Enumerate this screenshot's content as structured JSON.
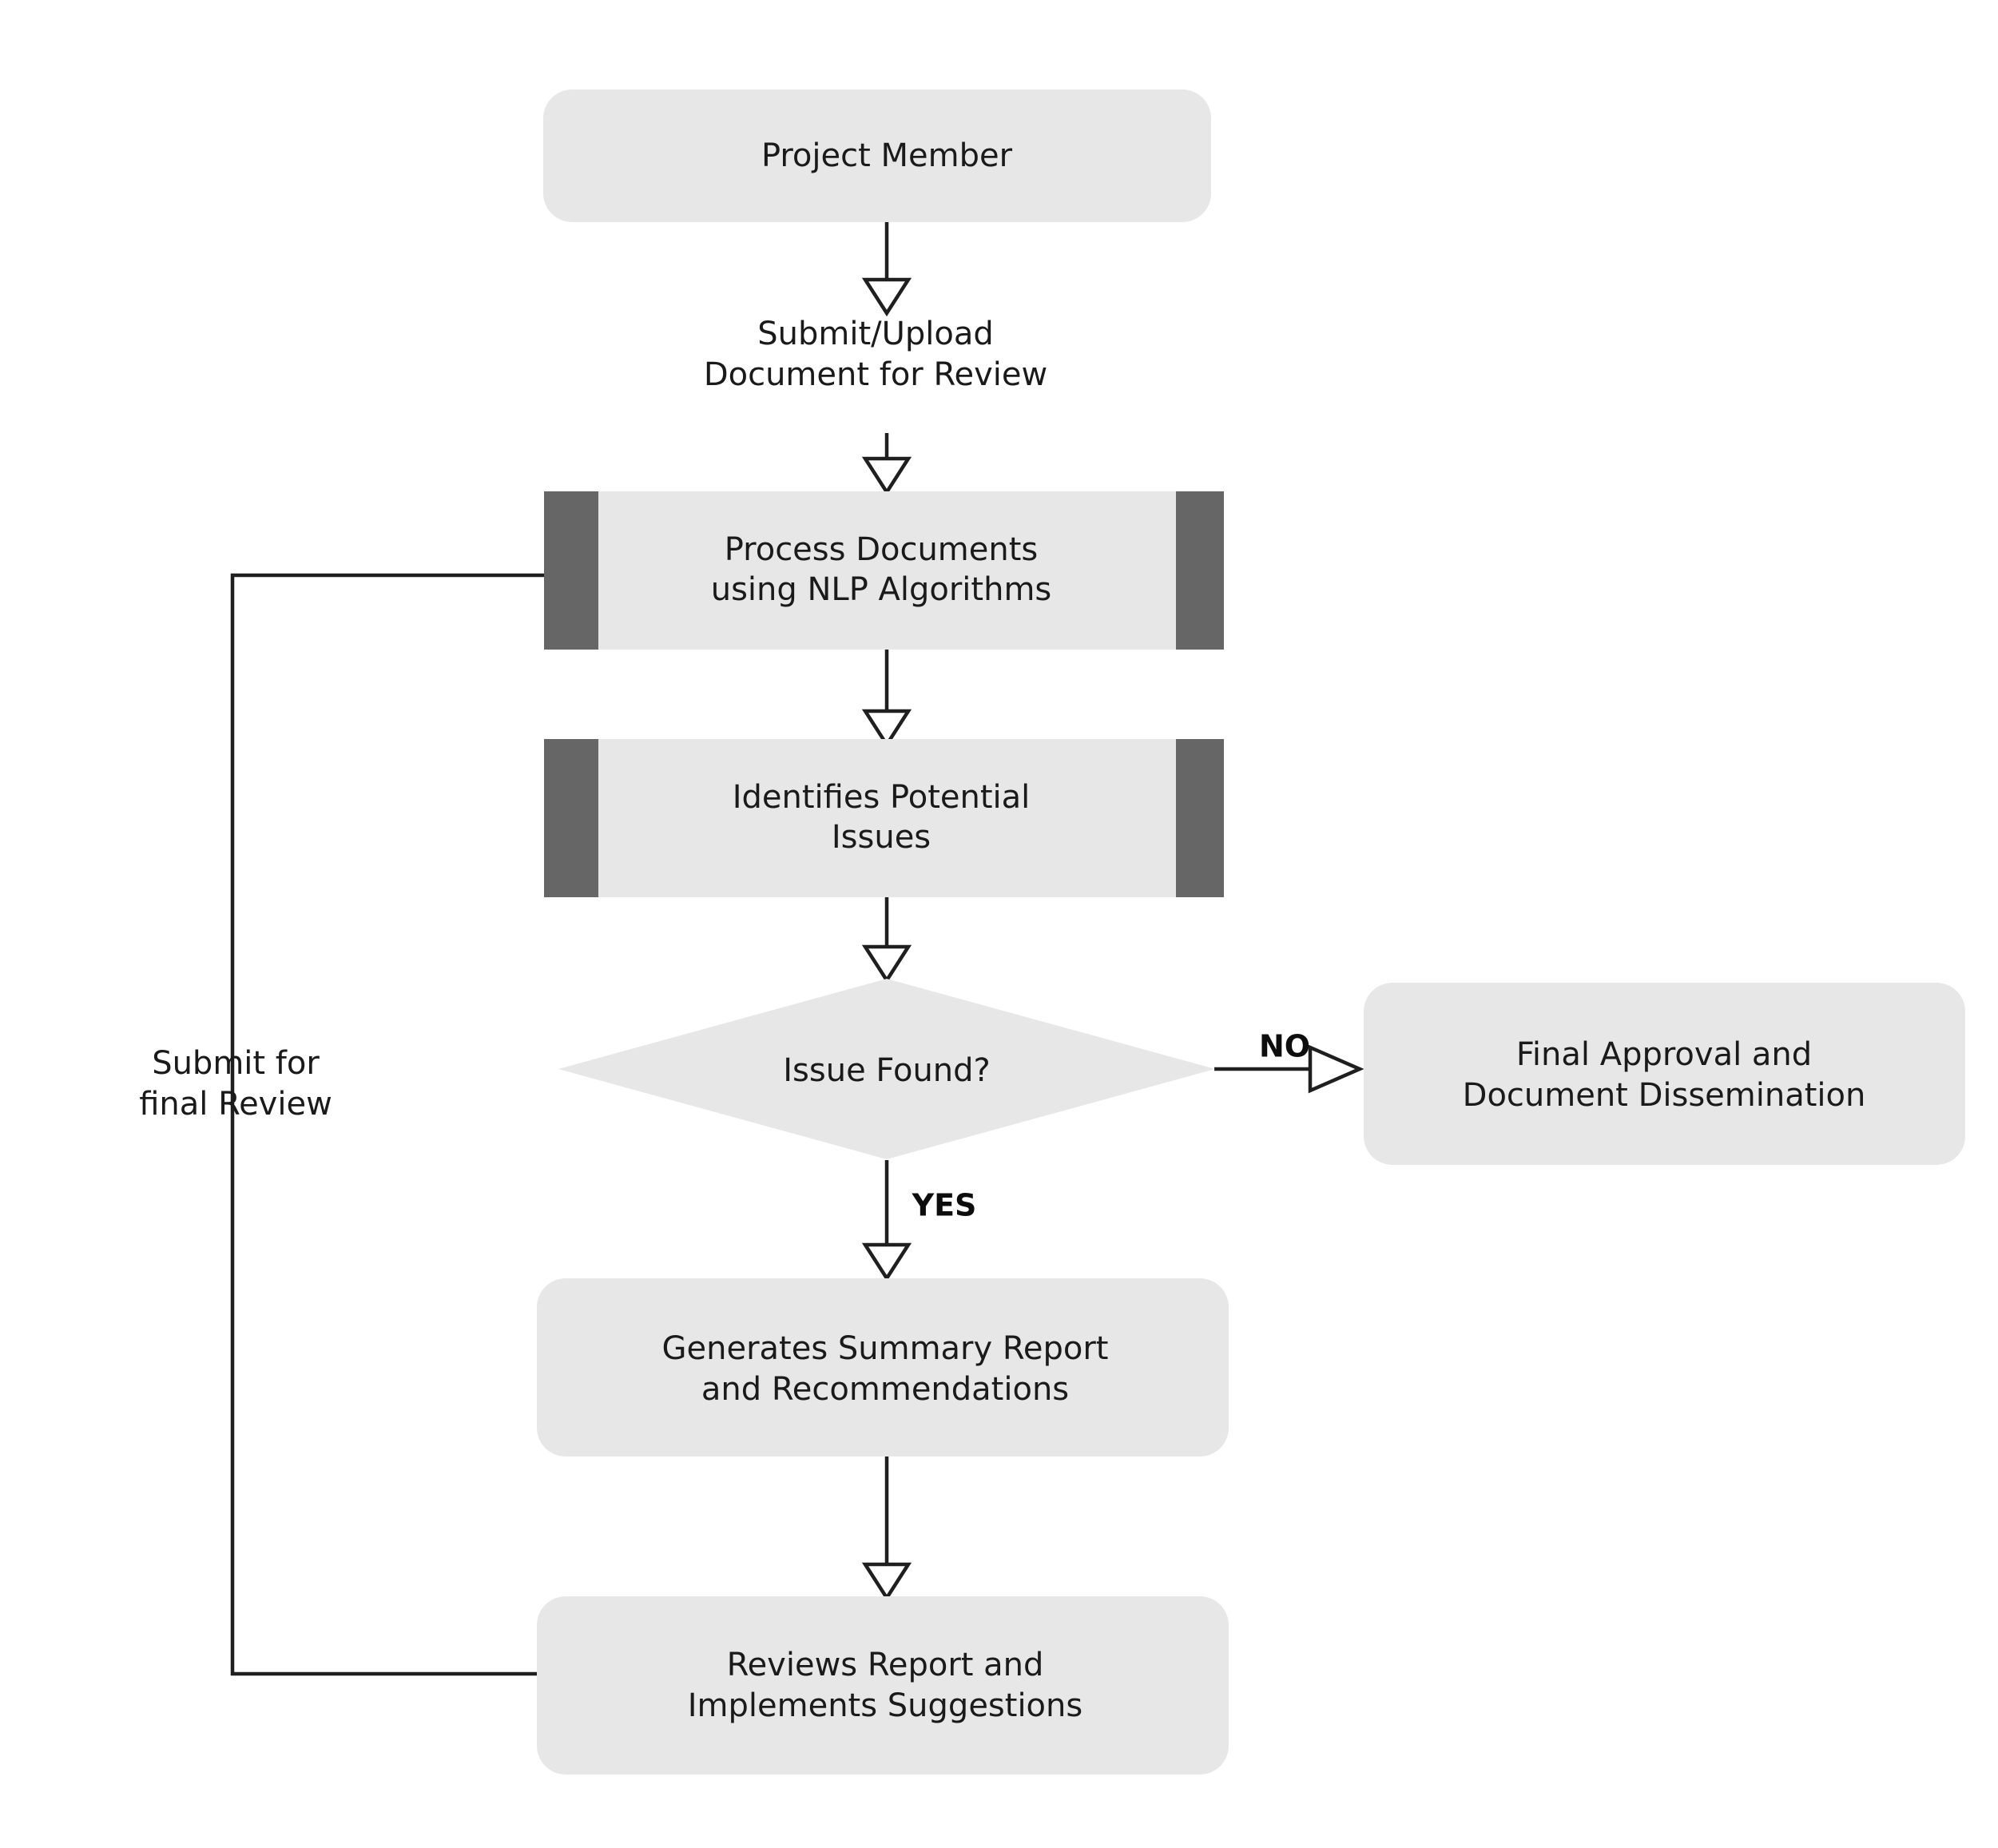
{
  "diagram": {
    "type": "flowchart",
    "title": "Document Review Workflow",
    "background_color": "#ffffff",
    "node_fill_color": "#e7e7e7",
    "subroutine_bar_color": "#666666",
    "edge_color": "#1f1f1f",
    "text_color": "#1a1a1a"
  },
  "nodes": [
    {
      "id": "project-member",
      "shape": "rounded-rect",
      "lines": [
        "Project Member"
      ]
    },
    {
      "id": "process-documents",
      "shape": "subroutine",
      "lines": [
        "Process Documents",
        "using NLP Algorithms"
      ]
    },
    {
      "id": "identifies-issues",
      "shape": "subroutine",
      "lines": [
        "Identifies Potential",
        "Issues"
      ]
    },
    {
      "id": "issue-found",
      "shape": "diamond",
      "lines": [
        "Issue Found?"
      ]
    },
    {
      "id": "final-approval",
      "shape": "rounded-rect",
      "lines": [
        "Final Approval and",
        "Document Dissemination"
      ]
    },
    {
      "id": "generates-summary",
      "shape": "rounded-rect",
      "lines": [
        "Generates Summary Report",
        "and Recommendations"
      ]
    },
    {
      "id": "reviews-report",
      "shape": "rounded-rect",
      "lines": [
        "Reviews Report and",
        "Implements Suggestions"
      ]
    }
  ],
  "edges": [
    {
      "id": "edge-submit-upload",
      "from": "project-member",
      "to": "process-documents",
      "lines": [
        "Submit/Upload",
        "Document for Review"
      ],
      "bold": false
    },
    {
      "id": "edge-process-to-identify",
      "from": "process-documents",
      "to": "identifies-issues",
      "lines": [],
      "bold": false
    },
    {
      "id": "edge-identify-to-decision",
      "from": "identifies-issues",
      "to": "issue-found",
      "lines": [],
      "bold": false
    },
    {
      "id": "edge-no",
      "from": "issue-found",
      "to": "final-approval",
      "lines": [
        "NO"
      ],
      "bold": true
    },
    {
      "id": "edge-yes",
      "from": "issue-found",
      "to": "generates-summary",
      "lines": [
        "YES"
      ],
      "bold": true
    },
    {
      "id": "edge-summary-to-review",
      "from": "generates-summary",
      "to": "reviews-report",
      "lines": [],
      "bold": false
    },
    {
      "id": "edge-submit-final-review",
      "from": "reviews-report",
      "to": "process-documents",
      "lines": [
        "Submit for",
        "final Review"
      ],
      "bold": false
    }
  ],
  "labels": {
    "project_member": "Project Member",
    "submit_upload_l1": "Submit/Upload",
    "submit_upload_l2": "Document for Review",
    "process_documents_l1": "Process Documents",
    "process_documents_l2": "using NLP Algorithms",
    "identifies_issues_l1": "Identifies Potential",
    "identifies_issues_l2": "Issues",
    "issue_found": "Issue Found?",
    "no_label": "NO",
    "yes_label": "YES",
    "final_approval_l1": "Final Approval and",
    "final_approval_l2": "Document Dissemination",
    "generates_summary_l1": "Generates Summary Report",
    "generates_summary_l2": "and Recommendations",
    "reviews_report_l1": "Reviews Report and",
    "reviews_report_l2": "Implements Suggestions",
    "submit_final_l1": "Submit for",
    "submit_final_l2": "final Review"
  }
}
